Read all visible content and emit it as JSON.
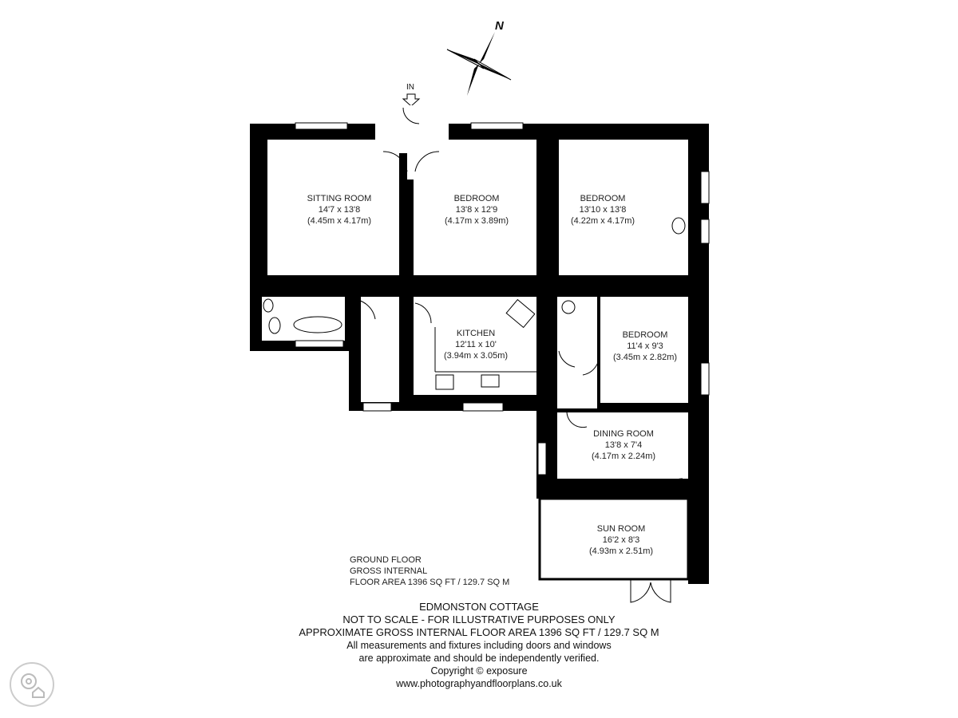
{
  "compass": {
    "label": "N"
  },
  "entrance": {
    "label": "IN"
  },
  "rooms": [
    {
      "name": "SITTING ROOM",
      "imperial": "14'7 x 13'8",
      "metric": "(4.45m x 4.17m)"
    },
    {
      "name": "BEDROOM",
      "imperial": "13'8 x 12'9",
      "metric": "(4.17m x 3.89m)"
    },
    {
      "name": "BEDROOM",
      "imperial": "13'10 x 13'8",
      "metric": "(4.22m x 4.17m)"
    },
    {
      "name": "KITCHEN",
      "imperial": "12'11 x 10'",
      "metric": "(3.94m x 3.05m)"
    },
    {
      "name": "BEDROOM",
      "imperial": "11'4 x 9'3",
      "metric": "(3.45m x 2.82m)"
    },
    {
      "name": "DINING ROOM",
      "imperial": "13'8 x 7'4",
      "metric": "(4.17m x 2.24m)"
    },
    {
      "name": "SUN ROOM",
      "imperial": "16'2 x 8'3",
      "metric": "(4.93m x 2.51m)"
    }
  ],
  "floor_info": [
    "GROUND FLOOR",
    "GROSS INTERNAL",
    "FLOOR AREA 1396 SQ FT / 129.7 SQ M"
  ],
  "footer": [
    "EDMONSTON COTTAGE",
    "NOT TO SCALE - FOR ILLUSTRATIVE PURPOSES ONLY",
    "APPROXIMATE GROSS INTERNAL FLOOR AREA 1396 SQ FT / 129.7 SQ M",
    "All measurements and fixtures including doors and windows",
    "are approximate and should be independently verified.",
    "Copyright © exposure",
    "www.photographyandfloorplans.co.uk"
  ],
  "colors": {
    "wall": "#000000",
    "logo": "#cccccc"
  }
}
